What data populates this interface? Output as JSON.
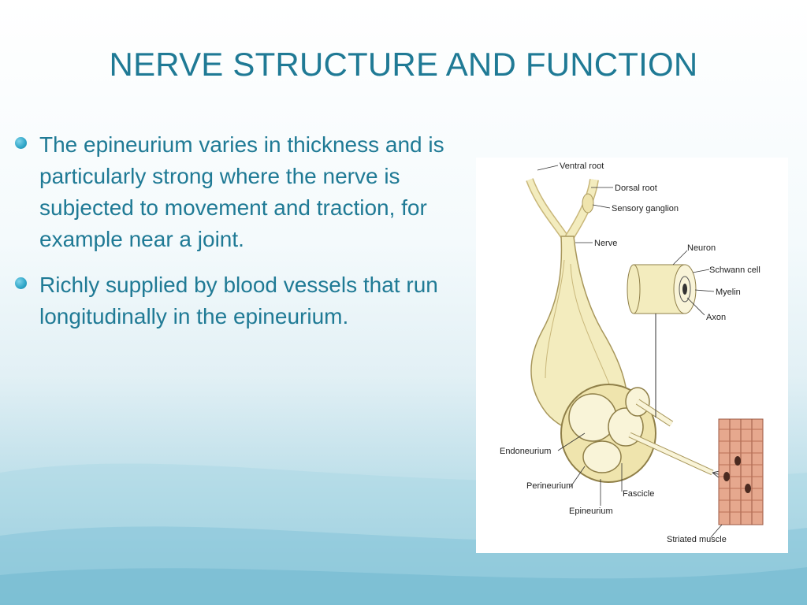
{
  "slide": {
    "title": "NERVE STRUCTURE AND FUNCTION",
    "bullets": [
      "The epineurium varies in thickness and is particularly strong where the nerve is subjected to movement and traction, for example near a joint.",
      "Richly supplied by blood vessels that run longitudinally in the epineurium."
    ]
  },
  "diagram": {
    "labels": {
      "ventral_root": "Ventral root",
      "dorsal_root": "Dorsal root",
      "sensory_ganglion": "Sensory ganglion",
      "nerve": "Nerve",
      "neuron": "Neuron",
      "schwann_cell": "Schwann cell",
      "myelin": "Myelin",
      "axon": "Axon",
      "endoneurium": "Endoneurium",
      "perineurium": "Perineurium",
      "fascicle": "Fascicle",
      "epineurium": "Epineurium",
      "striated_muscle": "Striated muscle"
    }
  },
  "colors": {
    "title": "#1f7a95",
    "text": "#1f7a95",
    "bullet": "#2ea5c7",
    "nerve_fill": "#f3ecbe",
    "muscle_fill": "#e6a88e"
  }
}
